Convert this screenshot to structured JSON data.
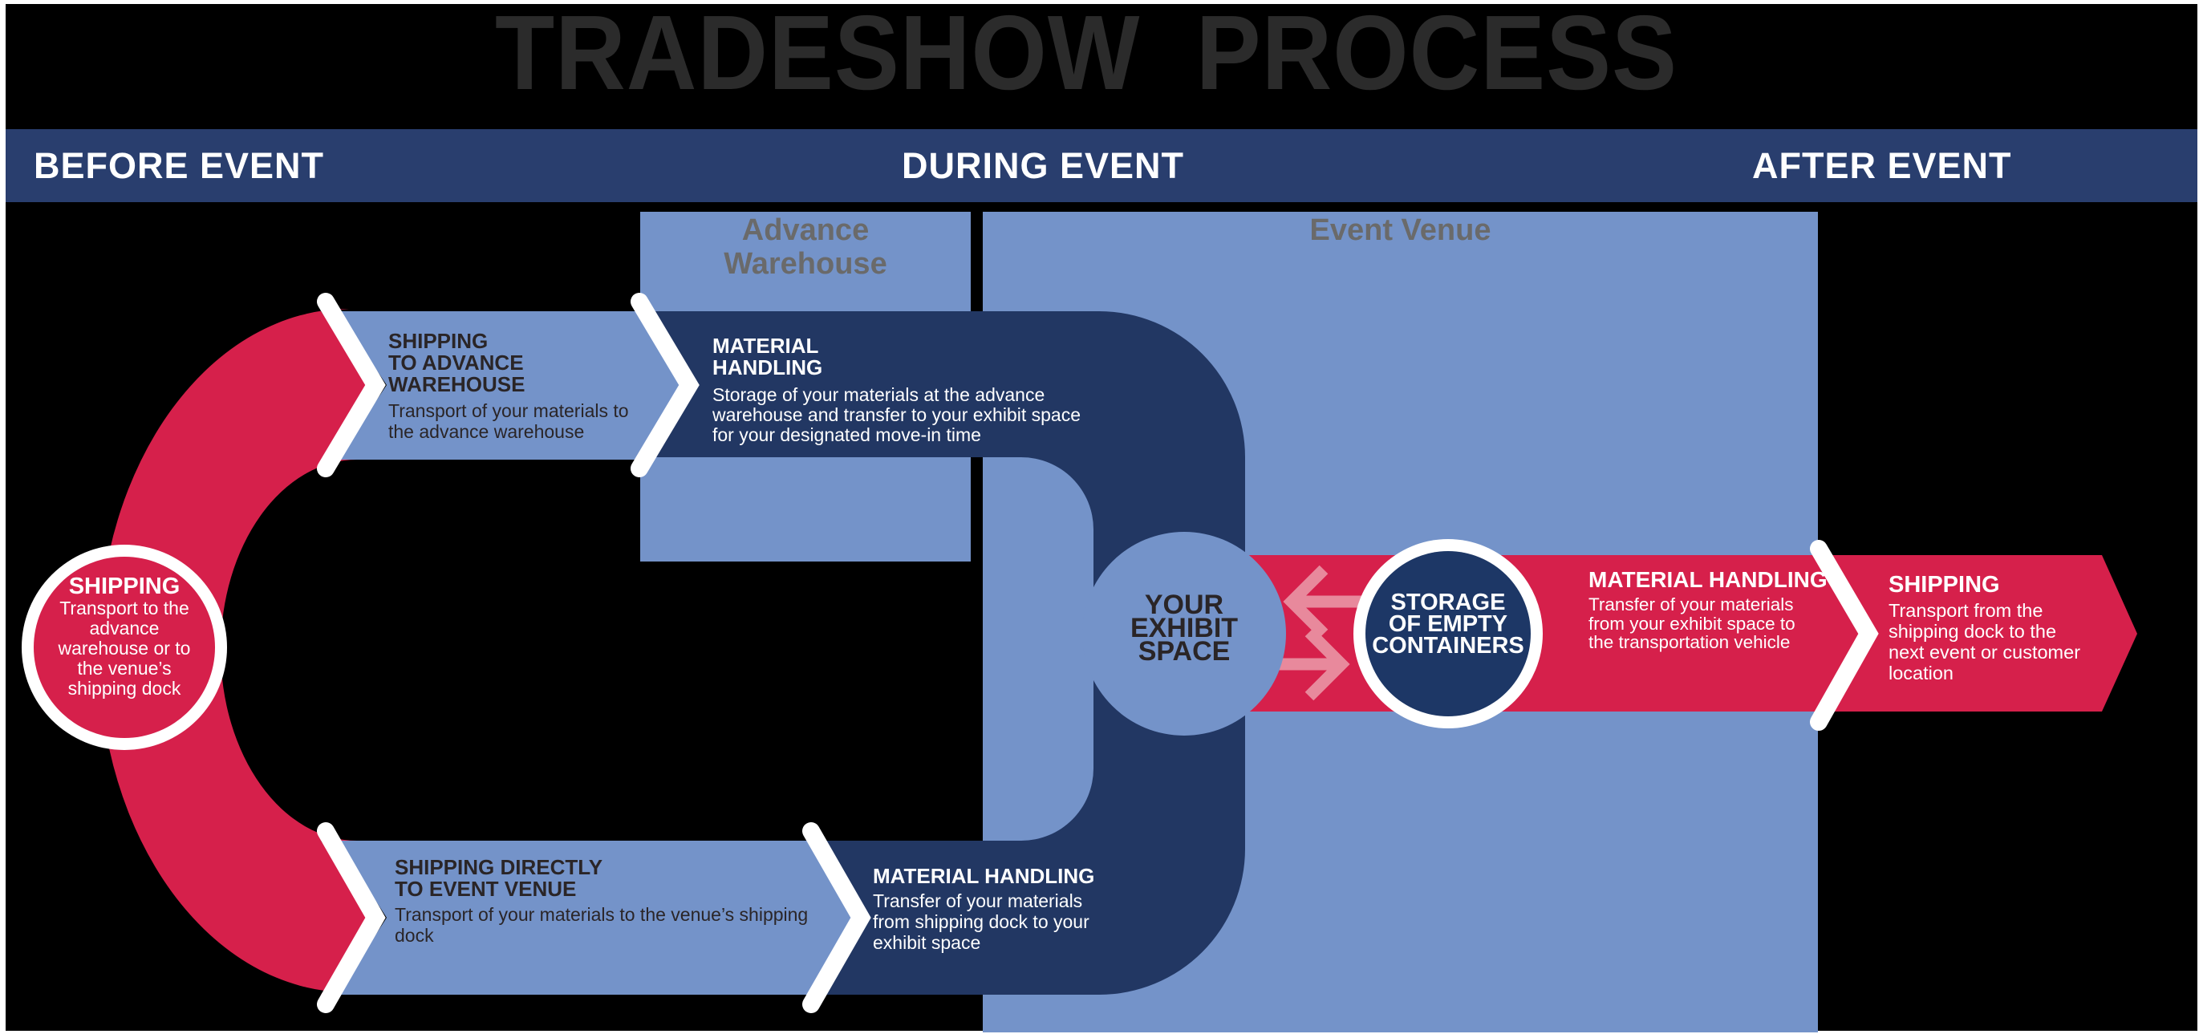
{
  "title": "TRADESHOW  PROCESS",
  "header": {
    "before": "BEFORE EVENT",
    "during": "DURING EVENT",
    "after": "AFTER EVENT"
  },
  "zones": {
    "advance_warehouse": "Advance\nWarehouse",
    "event_venue": "Event Venue"
  },
  "steps": {
    "shipping_start": {
      "title": "SHIPPING",
      "body": "Transport to the\nadvance\nwarehouse or to\nthe venue’s\nshipping dock"
    },
    "shipping_to_advance_warehouse": {
      "title": "SHIPPING\nTO ADVANCE\nWAREHOUSE",
      "body": "Transport of your materials to\nthe advance warehouse"
    },
    "material_handling_advance": {
      "title": "MATERIAL\nHANDLING",
      "body": "Storage of your materials at the advance\nwarehouse and transfer to your exhibit space\nfor your designated move-in time"
    },
    "shipping_directly": {
      "title": "SHIPPING DIRECTLY\nTO EVENT VENUE",
      "body": "Transport of your materials to the venue’s shipping\ndock"
    },
    "material_handling_dock": {
      "title": "MATERIAL HANDLING",
      "body": "Transfer of your materials\nfrom shipping dock to your\nexhibit space"
    },
    "your_exhibit_space": {
      "title": "YOUR\nEXHIBIT\nSPACE"
    },
    "storage_empty_containers": {
      "title": "STORAGE\nOF EMPTY\nCONTAINERS"
    },
    "material_handling_out": {
      "title": "MATERIAL HANDLING",
      "body": "Transfer of your materials\nfrom your exhibit space to\nthe transportation vehicle"
    },
    "shipping_out": {
      "title": "SHIPPING",
      "body": "Transport from the\nshipping dock to the\nnext event or customer\nlocation"
    }
  },
  "colors": {
    "navy_shape": "#223763",
    "navy_header": "#293e6e",
    "light_blue": "#7493c9",
    "red": "#d6204b",
    "pink_arrow": "#e8899c",
    "zone_label_gray": "#6a6a6a",
    "title_gray": "#2b2b2b",
    "dark_text": "#2a2527",
    "background": "#000000"
  }
}
